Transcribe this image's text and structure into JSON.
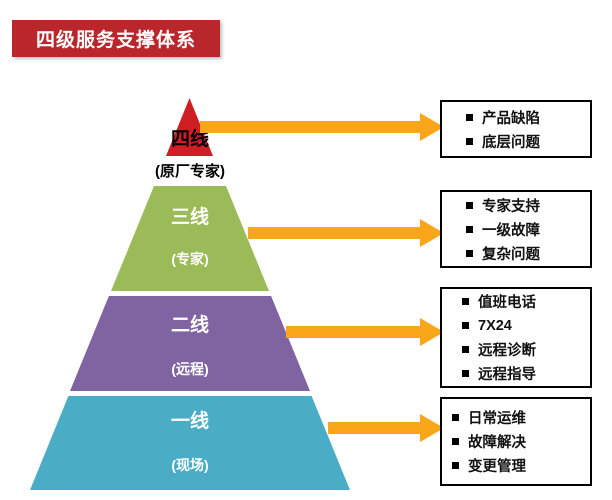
{
  "title": {
    "text": "四级服务支撑体系"
  },
  "colors": {
    "title_bg": "#B9262C",
    "arrow": "#F9A61A",
    "tier_red": "#CF1E24",
    "tier_green": "#9BBB59",
    "tier_purple": "#8064A2",
    "tier_teal": "#4BACC6",
    "box_border": "#000000"
  },
  "pyramid": {
    "tiers": [
      {
        "label": "四线",
        "sublabel": "(原厂专家)"
      },
      {
        "label": "三线",
        "sublabel": "(专家)"
      },
      {
        "label": "二线",
        "sublabel": "(远程)"
      },
      {
        "label": "一线",
        "sublabel": "(现场)"
      }
    ]
  },
  "boxes": [
    {
      "items": [
        "产品缺陷",
        "底层问题"
      ]
    },
    {
      "items": [
        "专家支持",
        "一级故障",
        "复杂问题"
      ]
    },
    {
      "items": [
        "值班电话",
        "7X24",
        "远程诊断",
        "远程指导"
      ]
    },
    {
      "items": [
        "日常运维",
        "故障解决",
        "变更管理"
      ]
    }
  ]
}
